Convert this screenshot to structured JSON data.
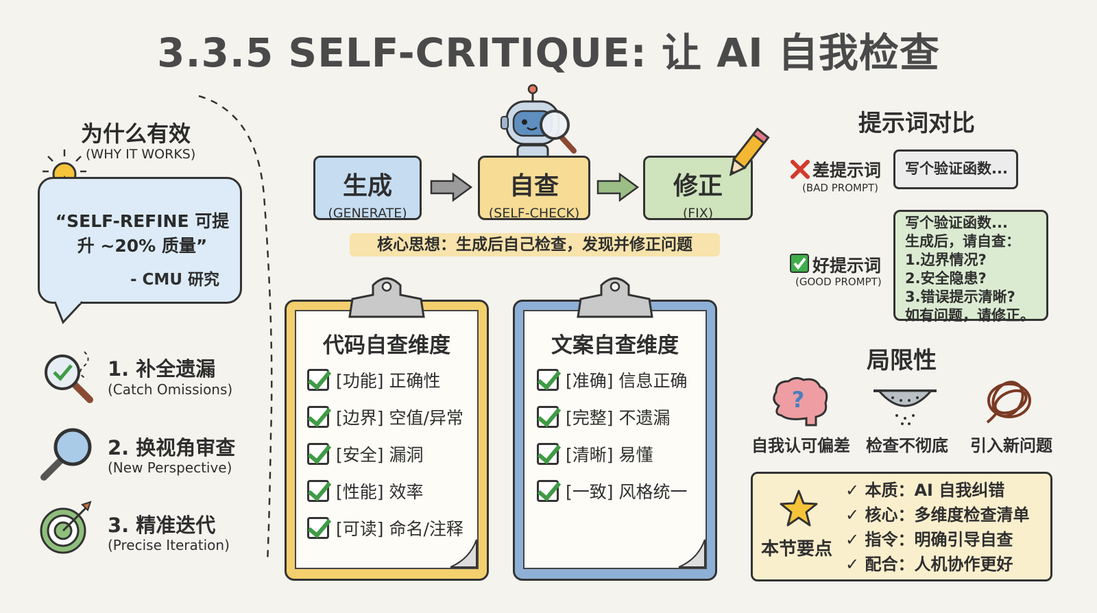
{
  "title": "3.3.5 SELF-CRITIQUE: 让 AI 自我检查",
  "why": {
    "heading": "为什么有效",
    "heading_en": "(WHY IT WORKS)",
    "quote": "“SELF-REFINE 可提升 ~20% 质量”",
    "source": "- CMU 研究"
  },
  "reasons": [
    {
      "title": "1. 补全遗漏",
      "sub": "(Catch Omissions)"
    },
    {
      "title": "2. 换视角审查",
      "sub": "(New Perspective)"
    },
    {
      "title": "3. 精准迭代",
      "sub": "(Precise Iteration)"
    }
  ],
  "flow": [
    {
      "label": "生成",
      "sub": "(GENERATE)",
      "color": "#c5dcf1"
    },
    {
      "label": "自查",
      "sub": "(SELF-CHECK)",
      "color": "#f6dc95"
    },
    {
      "label": "修正",
      "sub": "(FIX)",
      "color": "#cfe4bd"
    }
  ],
  "core_idea": "核心思想：生成后自己检查，发现并修正问题",
  "code_checklist": {
    "title": "代码自查维度",
    "items": [
      "[功能] 正确性",
      "[边界] 空值/异常",
      "[安全] 漏洞",
      "[性能] 效率",
      "[可读] 命名/注释"
    ]
  },
  "copy_checklist": {
    "title": "文案自查维度",
    "items": [
      "[准确] 信息正确",
      "[完整] 不遗漏",
      "[清晰] 易懂",
      "[一致] 风格统一"
    ]
  },
  "prompt_compare": {
    "heading": "提示词对比",
    "bad_label": "差提示词",
    "bad_sub": "(BAD PROMPT)",
    "bad_text": "写个验证函数...",
    "good_label": "好提示词",
    "good_sub": "(GOOD PROMPT)",
    "good_lines": [
      "写个验证函数...",
      "生成后，请自查：",
      "1.边界情况?",
      "2.安全隐患?",
      "3.错误提示清晰?",
      "如有问题，请修正。"
    ]
  },
  "limits": {
    "heading": "局限性",
    "items": [
      "自我认可偏差",
      "检查不彻底",
      "引入新问题"
    ]
  },
  "summary": {
    "title": "本节要点",
    "points": [
      "本质：AI 自我纠错",
      "核心：多维度检查清单",
      "指令：明确引导自查",
      "配合：人机协作更好"
    ]
  },
  "icons": {
    "bulb": "lightbulb-icon",
    "robot": "robot-icon",
    "pencil": "pencil-icon",
    "brain": "brain-icon",
    "strainer": "strainer-icon",
    "tangle": "tangle-icon",
    "star": "star-icon"
  }
}
